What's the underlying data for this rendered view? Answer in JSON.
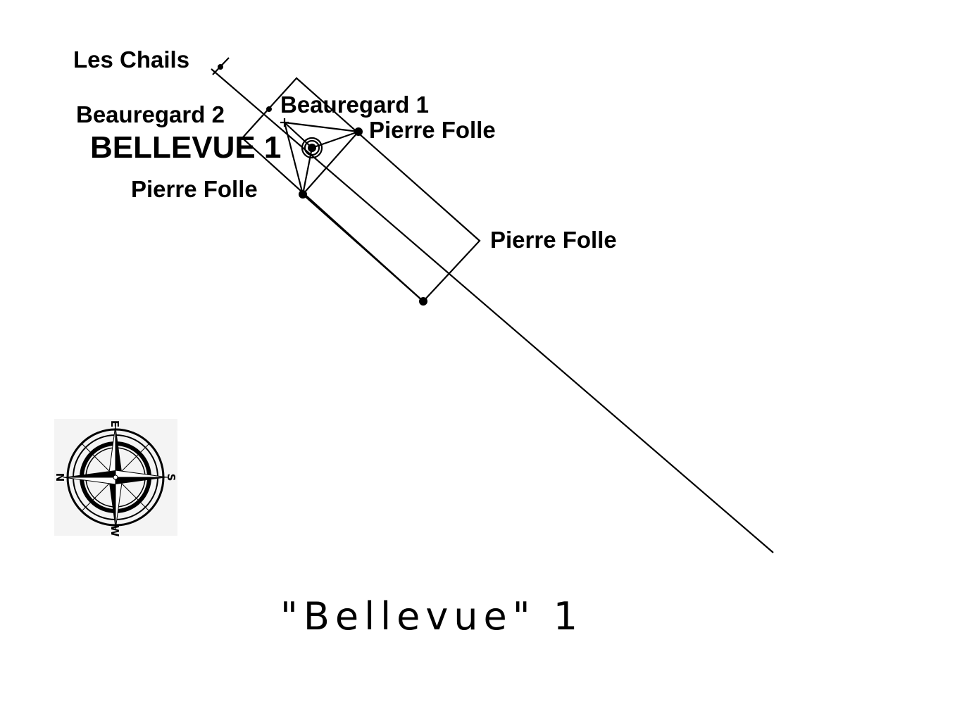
{
  "labels": {
    "les_chails": "Les Chails",
    "beauregard_2": "Beauregard 2",
    "beauregard_1": "Beauregard 1",
    "bellevue_1": "BELLEVUE 1",
    "pierre_folle_right": "Pierre Folle",
    "pierre_folle_left": "Pierre Folle",
    "pierre_folle_far": "Pierre Folle"
  },
  "caption": "\"Bellevue\" 1",
  "compass": {
    "icon": "compass-rose-icon",
    "north": "N",
    "south": "S",
    "east": "E",
    "west": "W"
  },
  "colors": {
    "ink": "#000000",
    "compass_background": "#f4f4f4"
  }
}
